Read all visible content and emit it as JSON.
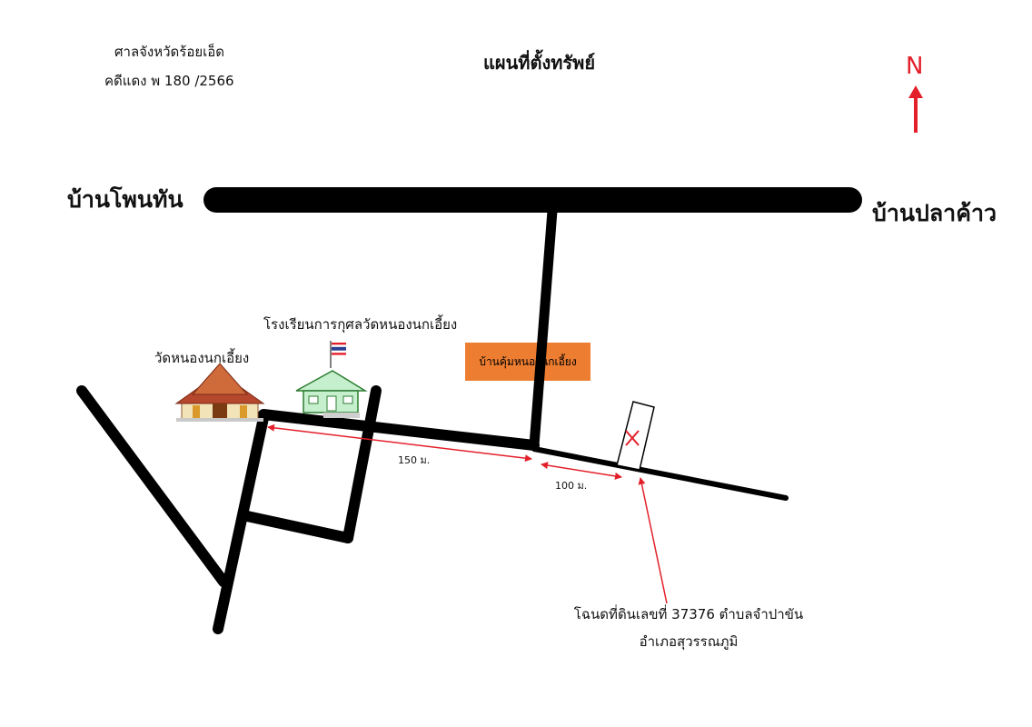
{
  "header": {
    "court_name": "ศาลจังหวัดร้อยเอ็ด",
    "case_number": "คดีแดง พ 180 /2566",
    "title": "แผนที่ตั้งทรัพย์"
  },
  "north": {
    "label": "N",
    "color": "#e3202a"
  },
  "villages": {
    "west": "บ้านโพนทัน",
    "east": "บ้านปลาค้าว"
  },
  "landmarks": {
    "temple": "วัดหนองนกเอี้ยง",
    "school": "โรงเรียนการกุศลวัดหนองนกเอี้ยง",
    "community": "บ้านคุ้มหนองนกเอี้ยง"
  },
  "distances": {
    "first": "150 ม.",
    "second": "100 ม."
  },
  "deed": {
    "line1": "โฉนดที่ดินเลขที่ 37376  ตำบลจำปาขัน",
    "line2": "อำเภอสุวรรณภูมิ"
  },
  "colors": {
    "road": "#000000",
    "arrow": "#e3202a",
    "label_bg": "#ed7d31",
    "school_fill": "#c6efce",
    "school_stroke": "#2e7d32"
  },
  "icons": {
    "property_marker": "x-mark-icon",
    "temple": "temple-icon",
    "school": "school-icon",
    "flag": "thai-flag-icon"
  }
}
